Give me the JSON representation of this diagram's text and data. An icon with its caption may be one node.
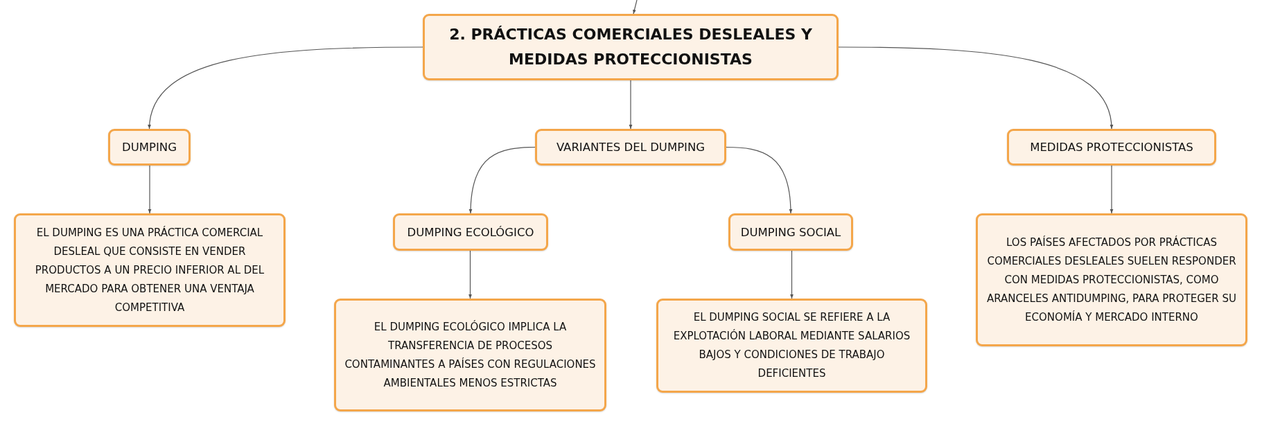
{
  "diagram": {
    "nodes": [
      {
        "text": [
          "2. PRÁCTICAS COMERCIALES DESLEALES Y MEDIDAS PROTECCIONISTAS"
        ]
      },
      {
        "text": [
          "DUMPING"
        ]
      },
      {
        "text": [
          "VARIANTES DEL DUMPING"
        ]
      },
      {
        "text": [
          "MEDIDAS PROTECCIONISTAS"
        ]
      },
      {
        "text": [
          "EL DUMPING ES UNA PRÁCTICA COMERCIAL DESLEAL QUE CONSISTE EN VENDER PRODUCTOS A UN PRECIO INFERIOR AL DEL MERCADO PARA OBTENER UNA VENTAJA COMPETITIVA"
        ]
      },
      {
        "text": [
          "DUMPING ECOLÓGICO"
        ]
      },
      {
        "text": [
          "DUMPING SOCIAL"
        ]
      },
      {
        "text": [
          "LOS PAÍSES AFECTADOS POR PRÁCTICAS COMERCIALES DESLEALES SUELEN RESPONDER CON MEDIDAS PROTECCIONISTAS, COMO ARANCELES ANTIDUMPING, PARA PROTEGER SU ECONOMÍA Y MERCADO INTERNO"
        ]
      },
      {
        "text": [
          "EL DUMPING ECOLÓGICO IMPLICA LA TRANSFERENCIA DE PROCESOS CONTAMINANTES A PAÍSES CON REGULACIONES AMBIENTALES MENOS ESTRICTAS"
        ]
      },
      {
        "text": [
          "EL DUMPING SOCIAL SE REFIERE A LA EXPLOTACIÓN LABORAL MEDIANTE SALARIOS BAJOS Y CONDICIONES DE TRABAJO DEFICIENTES"
        ]
      }
    ],
    "edges": [
      {
        "from": null,
        "to": 0,
        "arrow": "to"
      },
      {
        "from": 0,
        "to": 1,
        "arrow": "to"
      },
      {
        "from": 0,
        "to": 2,
        "arrow": "to"
      },
      {
        "from": 0,
        "to": 3,
        "arrow": "to"
      },
      {
        "from": 1,
        "to": 4,
        "arrow": "to"
      },
      {
        "from": 2,
        "to": 5,
        "arrow": "to"
      },
      {
        "from": 2,
        "to": 6,
        "arrow": "to"
      },
      {
        "from": 3,
        "to": 7,
        "arrow": "to"
      },
      {
        "from": 5,
        "to": 8,
        "arrow": "to"
      },
      {
        "from": 6,
        "to": 9,
        "arrow": "to"
      }
    ]
  }
}
